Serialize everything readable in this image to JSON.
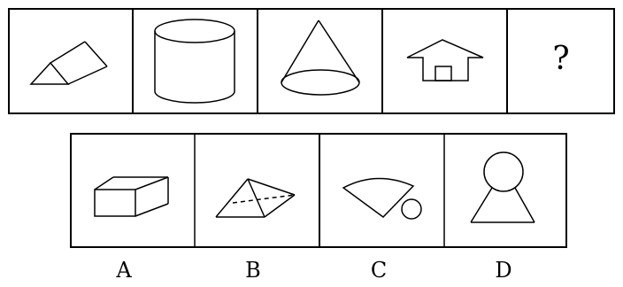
{
  "puzzle": {
    "question_mark": "?",
    "sequence": [
      {
        "shape": "triangular-prism-icon"
      },
      {
        "shape": "cylinder-icon"
      },
      {
        "shape": "cone-icon"
      },
      {
        "shape": "house-arrow-icon"
      }
    ],
    "options": [
      {
        "label": "A",
        "shape": "cuboid-icon"
      },
      {
        "label": "B",
        "shape": "pyramid-icon"
      },
      {
        "label": "C",
        "shape": "sector-and-circle-icon"
      },
      {
        "label": "D",
        "shape": "circle-on-trapezoid-icon"
      }
    ]
  }
}
